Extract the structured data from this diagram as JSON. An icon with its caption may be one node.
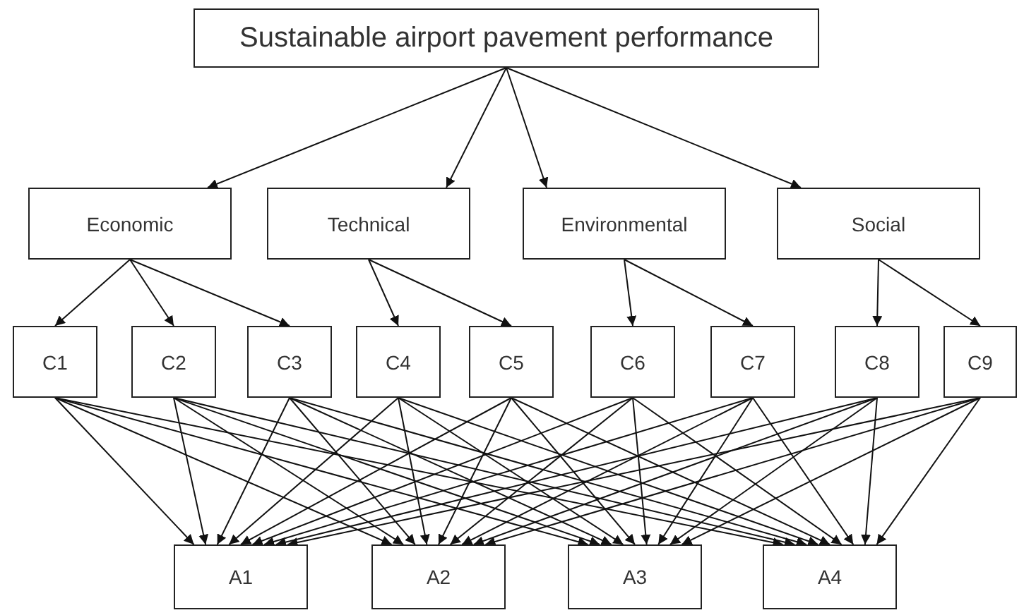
{
  "diagram": {
    "nodes": [
      {
        "text": [
          "Sustainable airport pavement performance"
        ]
      },
      {
        "text": [
          "Economic"
        ]
      },
      {
        "text": [
          "Technical"
        ]
      },
      {
        "text": [
          "Environmental"
        ]
      },
      {
        "text": [
          "Social"
        ]
      },
      {
        "text": [
          "C1"
        ]
      },
      {
        "text": [
          "C2"
        ]
      },
      {
        "text": [
          "C3"
        ]
      },
      {
        "text": [
          "C4"
        ]
      },
      {
        "text": [
          "C5"
        ]
      },
      {
        "text": [
          "C6"
        ]
      },
      {
        "text": [
          "C7"
        ]
      },
      {
        "text": [
          "C8"
        ]
      },
      {
        "text": [
          "C9"
        ]
      },
      {
        "text": [
          "A1"
        ]
      },
      {
        "text": [
          "A2"
        ]
      },
      {
        "text": [
          "A3"
        ]
      },
      {
        "text": [
          "A4"
        ]
      }
    ],
    "edges": [
      {
        "from": 0,
        "to": 1,
        "arrow": "to"
      },
      {
        "from": 0,
        "to": 2,
        "arrow": "to"
      },
      {
        "from": 0,
        "to": 3,
        "arrow": "to"
      },
      {
        "from": 0,
        "to": 4,
        "arrow": "to"
      },
      {
        "from": 1,
        "to": 5,
        "arrow": "to"
      },
      {
        "from": 1,
        "to": 6,
        "arrow": "to"
      },
      {
        "from": 1,
        "to": 7,
        "arrow": "to"
      },
      {
        "from": 2,
        "to": 8,
        "arrow": "to"
      },
      {
        "from": 2,
        "to": 9,
        "arrow": "to"
      },
      {
        "from": 3,
        "to": 10,
        "arrow": "to"
      },
      {
        "from": 3,
        "to": 11,
        "arrow": "to"
      },
      {
        "from": 4,
        "to": 12,
        "arrow": "to"
      },
      {
        "from": 4,
        "to": 13,
        "arrow": "to"
      },
      {
        "from": 5,
        "to": 14,
        "arrow": "to"
      },
      {
        "from": 5,
        "to": 15,
        "arrow": "to"
      },
      {
        "from": 5,
        "to": 16,
        "arrow": "to"
      },
      {
        "from": 5,
        "to": 17,
        "arrow": "to"
      },
      {
        "from": 6,
        "to": 14,
        "arrow": "to"
      },
      {
        "from": 6,
        "to": 15,
        "arrow": "to"
      },
      {
        "from": 6,
        "to": 16,
        "arrow": "to"
      },
      {
        "from": 6,
        "to": 17,
        "arrow": "to"
      },
      {
        "from": 7,
        "to": 14,
        "arrow": "to"
      },
      {
        "from": 7,
        "to": 15,
        "arrow": "to"
      },
      {
        "from": 7,
        "to": 16,
        "arrow": "to"
      },
      {
        "from": 7,
        "to": 17,
        "arrow": "to"
      },
      {
        "from": 8,
        "to": 14,
        "arrow": "to"
      },
      {
        "from": 8,
        "to": 15,
        "arrow": "to"
      },
      {
        "from": 8,
        "to": 16,
        "arrow": "to"
      },
      {
        "from": 8,
        "to": 17,
        "arrow": "to"
      },
      {
        "from": 9,
        "to": 14,
        "arrow": "to"
      },
      {
        "from": 9,
        "to": 15,
        "arrow": "to"
      },
      {
        "from": 9,
        "to": 16,
        "arrow": "to"
      },
      {
        "from": 9,
        "to": 17,
        "arrow": "to"
      },
      {
        "from": 10,
        "to": 14,
        "arrow": "to"
      },
      {
        "from": 10,
        "to": 15,
        "arrow": "to"
      },
      {
        "from": 10,
        "to": 16,
        "arrow": "to"
      },
      {
        "from": 10,
        "to": 17,
        "arrow": "to"
      },
      {
        "from": 11,
        "to": 14,
        "arrow": "to"
      },
      {
        "from": 11,
        "to": 15,
        "arrow": "to"
      },
      {
        "from": 11,
        "to": 16,
        "arrow": "to"
      },
      {
        "from": 11,
        "to": 17,
        "arrow": "to"
      },
      {
        "from": 12,
        "to": 14,
        "arrow": "to"
      },
      {
        "from": 12,
        "to": 15,
        "arrow": "to"
      },
      {
        "from": 12,
        "to": 16,
        "arrow": "to"
      },
      {
        "from": 12,
        "to": 17,
        "arrow": "to"
      },
      {
        "from": 13,
        "to": 14,
        "arrow": "to"
      },
      {
        "from": 13,
        "to": 15,
        "arrow": "to"
      },
      {
        "from": 13,
        "to": 16,
        "arrow": "to"
      },
      {
        "from": 13,
        "to": 17,
        "arrow": "to"
      }
    ]
  }
}
